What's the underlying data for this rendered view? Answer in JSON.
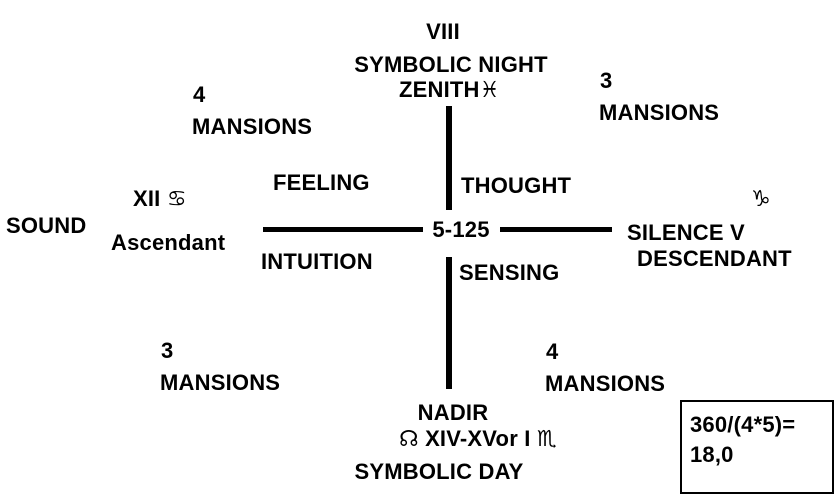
{
  "diagram": {
    "top": {
      "numeral": "VIII",
      "line1": "SYMBOLIC NIGHT",
      "zenith": "ZENITH",
      "zenith_sign": "♓"
    },
    "left": {
      "numeral": "XII",
      "numeral_sign": "♋",
      "sound": "SOUND",
      "ascendant": "Ascendant"
    },
    "right": {
      "sign": "♑",
      "silence": "SILENCE V",
      "descendant": "DESCENDANT"
    },
    "bottom": {
      "nadir": "NADIR",
      "sign_left": "☊",
      "numerals": "XIV-XVor I",
      "sign_right": "♏",
      "line3": "SYMBOLIC DAY"
    },
    "center": "5-125",
    "functions": {
      "feeling": "FEELING",
      "thought": "THOUGHT",
      "intuition": "INTUITION",
      "sensing": "SENSING"
    },
    "mansions": {
      "top_left": {
        "count": "4",
        "label": "MANSIONS"
      },
      "top_right": {
        "count": "3",
        "label": "MANSIONS"
      },
      "bottom_left": {
        "count": "3",
        "label": "MANSIONS"
      },
      "bottom_right": {
        "count": "4",
        "label": "MANSIONS"
      }
    },
    "formula": {
      "line1": "360/(4*5)=",
      "line2": "18,0"
    },
    "colors": {
      "ink": "#000000",
      "background": "#ffffff"
    }
  }
}
